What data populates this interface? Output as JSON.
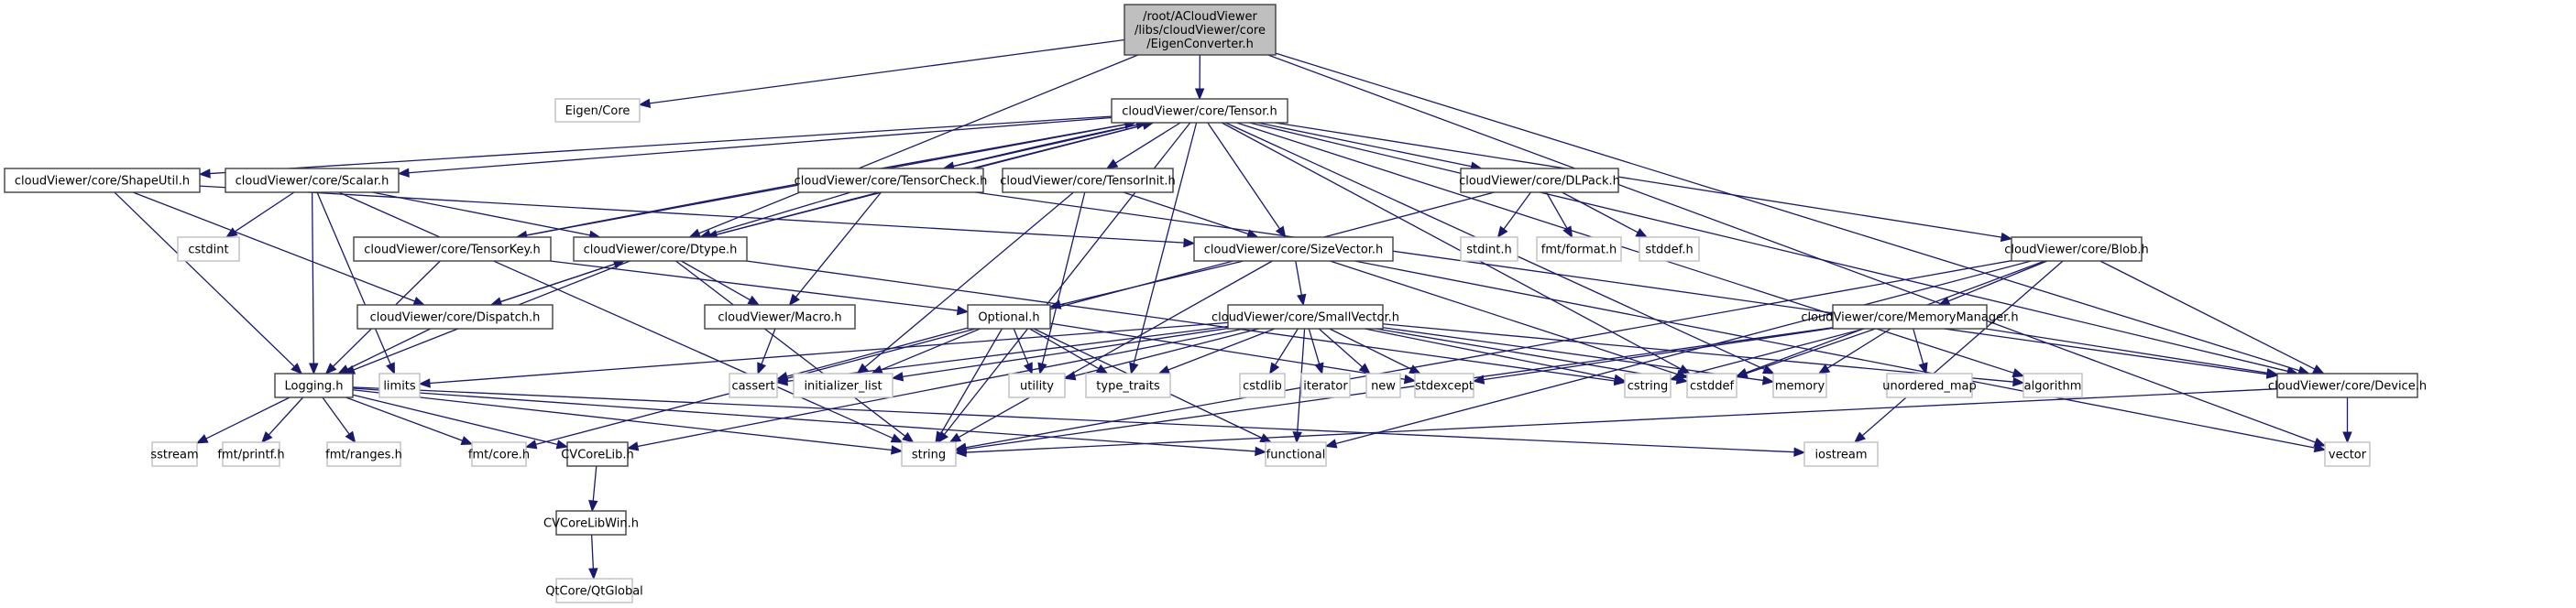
{
  "title": "Include dependency graph for EigenConverter.h",
  "colors": {
    "edge": "#191970",
    "root_fill": "#bfbfbf",
    "local_border": "#404040",
    "system_border": "#bfbfbf"
  },
  "nodes": [
    {
      "id": "root",
      "kind": "root",
      "lines": [
        "/root/ACloudViewer",
        "/libs/cloudViewer/core",
        "/EigenConverter.h"
      ]
    },
    {
      "id": "eigen_core",
      "kind": "system",
      "lines": [
        "Eigen/Core"
      ]
    },
    {
      "id": "tensor",
      "kind": "local",
      "lines": [
        "cloudViewer/core/Tensor.h"
      ]
    },
    {
      "id": "shapeutil",
      "kind": "local",
      "lines": [
        "cloudViewer/core/ShapeUtil.h"
      ]
    },
    {
      "id": "scalar",
      "kind": "local",
      "lines": [
        "cloudViewer/core/Scalar.h"
      ]
    },
    {
      "id": "tensorcheck",
      "kind": "local",
      "lines": [
        "cloudViewer/core/TensorCheck.h"
      ]
    },
    {
      "id": "tensorinit",
      "kind": "local",
      "lines": [
        "cloudViewer/core/TensorInit.h"
      ]
    },
    {
      "id": "dlpack",
      "kind": "local",
      "lines": [
        "cloudViewer/core/DLPack.h"
      ]
    },
    {
      "id": "cstdint",
      "kind": "system",
      "lines": [
        "cstdint"
      ]
    },
    {
      "id": "tensorkey",
      "kind": "local",
      "lines": [
        "cloudViewer/core/TensorKey.h"
      ]
    },
    {
      "id": "dtype",
      "kind": "local",
      "lines": [
        "cloudViewer/core/Dtype.h"
      ]
    },
    {
      "id": "sizevector",
      "kind": "local",
      "lines": [
        "cloudViewer/core/SizeVector.h"
      ]
    },
    {
      "id": "stdint_h",
      "kind": "system",
      "lines": [
        "stdint.h"
      ]
    },
    {
      "id": "fmt_format",
      "kind": "system",
      "lines": [
        "fmt/format.h"
      ]
    },
    {
      "id": "stddef_h",
      "kind": "system",
      "lines": [
        "stddef.h"
      ]
    },
    {
      "id": "blob",
      "kind": "local",
      "lines": [
        "cloudViewer/core/Blob.h"
      ]
    },
    {
      "id": "dispatch",
      "kind": "local",
      "lines": [
        "cloudViewer/core/Dispatch.h"
      ]
    },
    {
      "id": "macro",
      "kind": "local",
      "lines": [
        "cloudViewer/Macro.h"
      ]
    },
    {
      "id": "optional",
      "kind": "local",
      "lines": [
        "Optional.h"
      ]
    },
    {
      "id": "smallvector",
      "kind": "local",
      "lines": [
        "cloudViewer/core/SmallVector.h"
      ]
    },
    {
      "id": "memorymanager",
      "kind": "local",
      "lines": [
        "cloudViewer/core/MemoryManager.h"
      ]
    },
    {
      "id": "logging",
      "kind": "local",
      "lines": [
        "Logging.h"
      ]
    },
    {
      "id": "limits",
      "kind": "system",
      "lines": [
        "limits"
      ]
    },
    {
      "id": "cassert",
      "kind": "system",
      "lines": [
        "cassert"
      ]
    },
    {
      "id": "initializer_list",
      "kind": "system",
      "lines": [
        "initializer_list"
      ]
    },
    {
      "id": "utility",
      "kind": "system",
      "lines": [
        "utility"
      ]
    },
    {
      "id": "type_traits",
      "kind": "system",
      "lines": [
        "type_traits"
      ]
    },
    {
      "id": "cstdlib",
      "kind": "system",
      "lines": [
        "cstdlib"
      ]
    },
    {
      "id": "iterator",
      "kind": "system",
      "lines": [
        "iterator"
      ]
    },
    {
      "id": "new",
      "kind": "system",
      "lines": [
        "new"
      ]
    },
    {
      "id": "stdexcept",
      "kind": "system",
      "lines": [
        "stdexcept"
      ]
    },
    {
      "id": "cstring",
      "kind": "system",
      "lines": [
        "cstring"
      ]
    },
    {
      "id": "cstddef",
      "kind": "system",
      "lines": [
        "cstddef"
      ]
    },
    {
      "id": "memory",
      "kind": "system",
      "lines": [
        "memory"
      ]
    },
    {
      "id": "unordered_map",
      "kind": "system",
      "lines": [
        "unordered_map"
      ]
    },
    {
      "id": "algorithm",
      "kind": "system",
      "lines": [
        "algorithm"
      ]
    },
    {
      "id": "device",
      "kind": "local",
      "lines": [
        "cloudViewer/core/Device.h"
      ]
    },
    {
      "id": "sstream",
      "kind": "system",
      "lines": [
        "sstream"
      ]
    },
    {
      "id": "fmt_printf",
      "kind": "system",
      "lines": [
        "fmt/printf.h"
      ]
    },
    {
      "id": "fmt_ranges",
      "kind": "system",
      "lines": [
        "fmt/ranges.h"
      ]
    },
    {
      "id": "fmt_core",
      "kind": "system",
      "lines": [
        "fmt/core.h"
      ]
    },
    {
      "id": "cvcorelib",
      "kind": "local",
      "lines": [
        "CVCoreLib.h"
      ]
    },
    {
      "id": "string",
      "kind": "system",
      "lines": [
        "string"
      ]
    },
    {
      "id": "functional",
      "kind": "system",
      "lines": [
        "functional"
      ]
    },
    {
      "id": "iostream",
      "kind": "system",
      "lines": [
        "iostream"
      ]
    },
    {
      "id": "vector",
      "kind": "system",
      "lines": [
        "vector"
      ]
    },
    {
      "id": "cvcorelibwin",
      "kind": "local",
      "lines": [
        "CVCoreLibWin.h"
      ]
    },
    {
      "id": "qtglobal",
      "kind": "system",
      "lines": [
        "QtCore/QtGlobal"
      ]
    }
  ],
  "edges": [
    [
      "root",
      "tensor"
    ],
    [
      "root",
      "eigen_core"
    ],
    [
      "root",
      "dtype"
    ],
    [
      "root",
      "device"
    ],
    [
      "root",
      "vector"
    ],
    [
      "tensor",
      "shapeutil"
    ],
    [
      "tensor",
      "scalar"
    ],
    [
      "tensor",
      "tensorcheck"
    ],
    [
      "tensor",
      "tensorinit"
    ],
    [
      "tensor",
      "dlpack"
    ],
    [
      "tensor",
      "tensorkey"
    ],
    [
      "tensor",
      "dtype"
    ],
    [
      "tensor",
      "sizevector"
    ],
    [
      "tensor",
      "blob"
    ],
    [
      "tensor",
      "device"
    ],
    [
      "tensor",
      "string"
    ],
    [
      "tensor",
      "type_traits"
    ],
    [
      "tensor",
      "memory"
    ],
    [
      "tensor",
      "cstddef"
    ],
    [
      "tensor",
      "algorithm"
    ],
    [
      "shapeutil",
      "logging"
    ],
    [
      "shapeutil",
      "dispatch"
    ],
    [
      "shapeutil",
      "sizevector"
    ],
    [
      "scalar",
      "cstdint"
    ],
    [
      "scalar",
      "logging"
    ],
    [
      "scalar",
      "dtype"
    ],
    [
      "scalar",
      "limits"
    ],
    [
      "scalar",
      "string"
    ],
    [
      "tensorcheck",
      "tensor"
    ],
    [
      "tensorcheck",
      "dtype"
    ],
    [
      "tensorcheck",
      "macro"
    ],
    [
      "tensorcheck",
      "device"
    ],
    [
      "tensorinit",
      "initializer_list"
    ],
    [
      "tensorinit",
      "utility"
    ],
    [
      "tensorinit",
      "sizevector"
    ],
    [
      "dlpack",
      "stdint_h"
    ],
    [
      "dlpack",
      "fmt_format"
    ],
    [
      "dlpack",
      "stddef_h"
    ],
    [
      "dlpack",
      "fmt_core"
    ],
    [
      "tensorkey",
      "optional"
    ],
    [
      "tensorkey",
      "logging"
    ],
    [
      "tensorkey",
      "tensor"
    ],
    [
      "dtype",
      "dispatch"
    ],
    [
      "dtype",
      "macro"
    ],
    [
      "dtype",
      "logging"
    ],
    [
      "dtype",
      "string"
    ],
    [
      "dtype",
      "cstring"
    ],
    [
      "dtype",
      "tensor"
    ],
    [
      "dispatch",
      "dtype"
    ],
    [
      "dispatch",
      "logging"
    ],
    [
      "macro",
      "cassert"
    ],
    [
      "optional",
      "cassert"
    ],
    [
      "optional",
      "initializer_list"
    ],
    [
      "optional",
      "utility"
    ],
    [
      "optional",
      "type_traits"
    ],
    [
      "optional",
      "string"
    ],
    [
      "optional",
      "functional"
    ],
    [
      "optional",
      "stdexcept"
    ],
    [
      "sizevector",
      "optional"
    ],
    [
      "sizevector",
      "smallvector"
    ],
    [
      "sizevector",
      "cstddef"
    ],
    [
      "sizevector",
      "string"
    ],
    [
      "sizevector",
      "vector"
    ],
    [
      "smallvector",
      "cstdlib"
    ],
    [
      "smallvector",
      "iterator"
    ],
    [
      "smallvector",
      "new"
    ],
    [
      "smallvector",
      "stdexcept"
    ],
    [
      "smallvector",
      "cstring"
    ],
    [
      "smallvector",
      "cstddef"
    ],
    [
      "smallvector",
      "memory"
    ],
    [
      "smallvector",
      "initializer_list"
    ],
    [
      "smallvector",
      "utility"
    ],
    [
      "smallvector",
      "type_traits"
    ],
    [
      "smallvector",
      "limits"
    ],
    [
      "smallvector",
      "cassert"
    ],
    [
      "smallvector",
      "functional"
    ],
    [
      "smallvector",
      "algorithm"
    ],
    [
      "smallvector",
      "cvcorelib"
    ],
    [
      "blob",
      "memorymanager"
    ],
    [
      "blob",
      "device"
    ],
    [
      "blob",
      "cstddef"
    ],
    [
      "blob",
      "string"
    ],
    [
      "blob",
      "functional"
    ],
    [
      "blob",
      "iostream"
    ],
    [
      "memorymanager",
      "memory"
    ],
    [
      "memorymanager",
      "unordered_map"
    ],
    [
      "memorymanager",
      "device"
    ],
    [
      "memorymanager",
      "cstddef"
    ],
    [
      "memorymanager",
      "cstring"
    ],
    [
      "memorymanager",
      "stdexcept"
    ],
    [
      "memorymanager",
      "string"
    ],
    [
      "device",
      "vector"
    ],
    [
      "device",
      "string"
    ],
    [
      "logging",
      "sstream"
    ],
    [
      "logging",
      "fmt_printf"
    ],
    [
      "logging",
      "fmt_ranges"
    ],
    [
      "logging",
      "fmt_core"
    ],
    [
      "logging",
      "cvcorelib"
    ],
    [
      "logging",
      "string"
    ],
    [
      "logging",
      "functional"
    ],
    [
      "logging",
      "iostream"
    ],
    [
      "cvcorelib",
      "cvcorelibwin"
    ],
    [
      "cvcorelibwin",
      "qtglobal"
    ]
  ]
}
